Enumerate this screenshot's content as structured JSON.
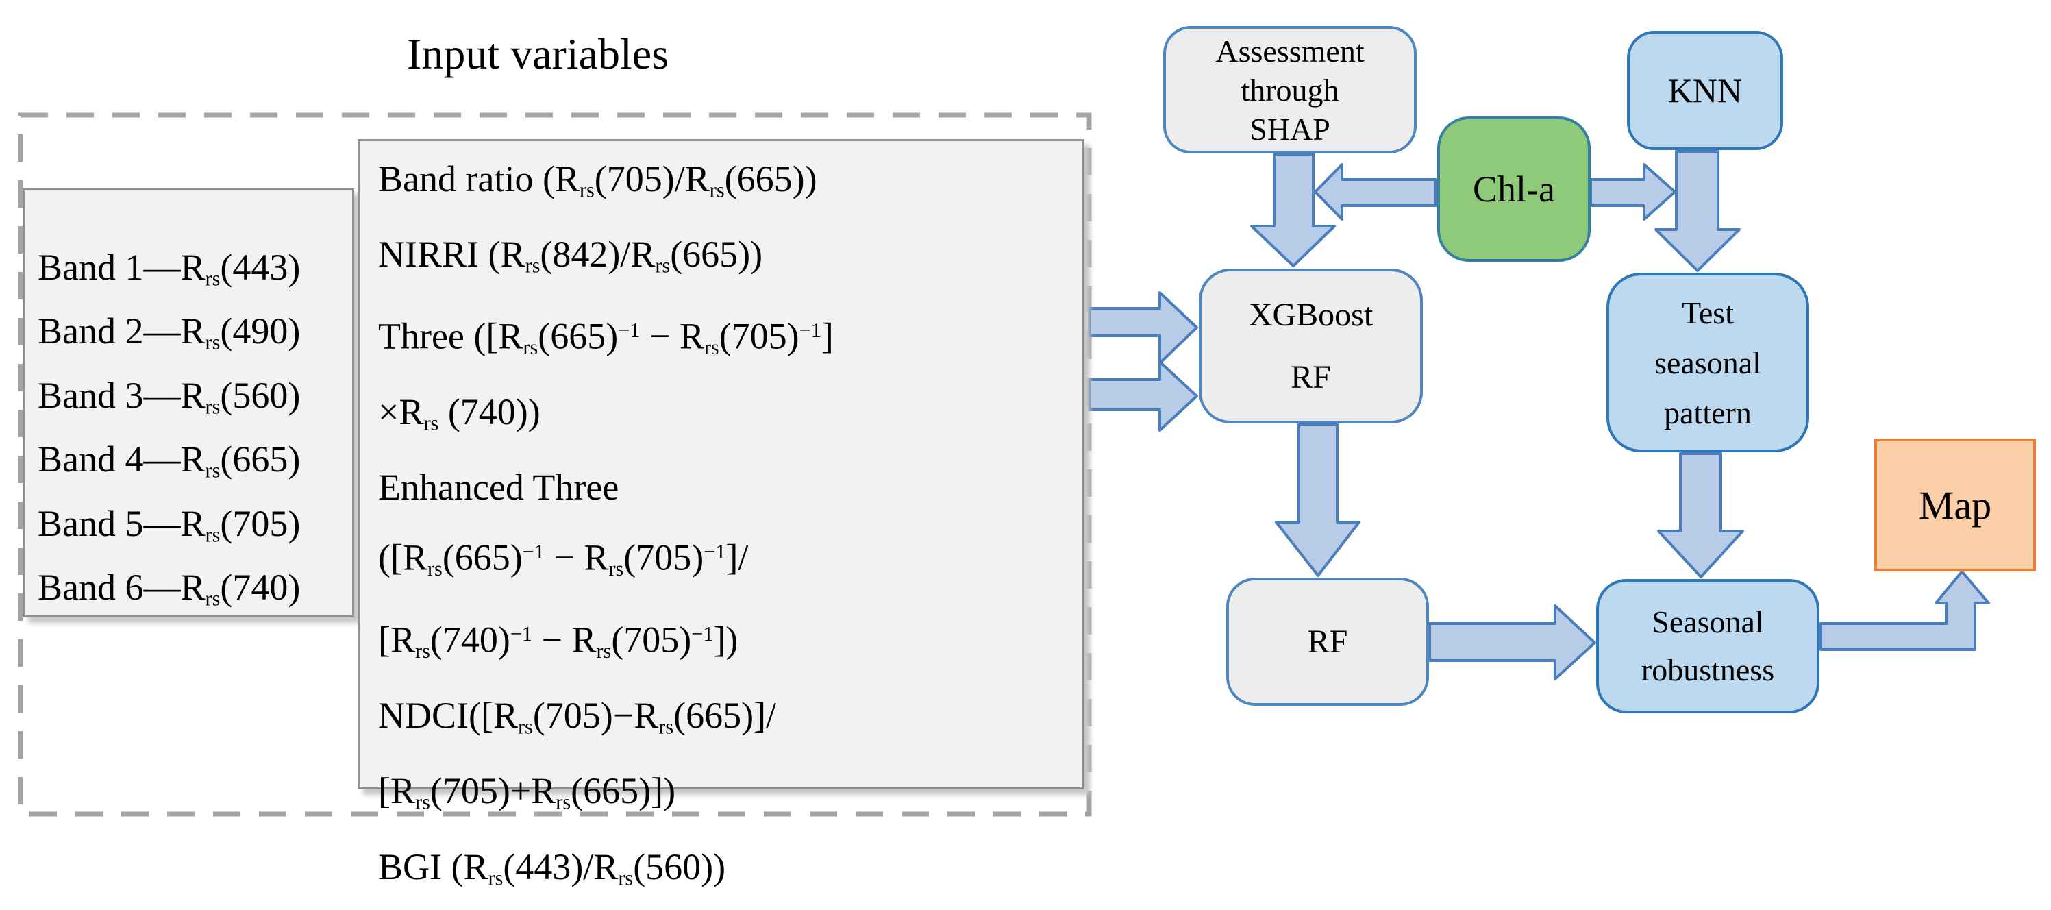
{
  "title": "Input variables",
  "input_panel": {
    "bands": [
      "Band 1—R_{rs}(443)",
      "Band 2—R_{rs}(490)",
      "Band 3—R_{rs}(560)",
      "Band 4—R_{rs}(665)",
      "Band 5—R_{rs}(705)",
      "Band 6—R_{rs}(740)"
    ],
    "formulas": [
      "Band ratio (R_{rs}(705)/R_{rs}(665))",
      "NIRRI (R_{rs}(842)/R_{rs}(665))",
      "Three ([R_{rs}(665)^{−1} − R_{rs}(705)^{−1}]",
      "×R_{rs} (740))",
      "Enhanced Three",
      "([R_{rs}(665)^{−1} − R_{rs}(705)^{−1}]/",
      "[R_{rs}(740)^{−1} − R_{rs}(705)^{−1}])",
      "NDCI([R_{rs}(705)−R_{rs}(665)]/",
      "[R_{rs}(705)+R_{rs}(665)])",
      "BGI (R_{rs}(443)/R_{rs}(560))"
    ]
  },
  "flowchart": {
    "assessment": [
      "Assessment",
      "through",
      "SHAP"
    ],
    "knn": "KNN",
    "chla": "Chl-a",
    "xgboost": [
      "XGBoost",
      "RF"
    ],
    "test": [
      "Test",
      "seasonal",
      "pattern"
    ],
    "rf": "RF",
    "seasonal": [
      "Seasonal",
      "robustness"
    ],
    "map": "Map"
  },
  "colors": {
    "arrow_fill": "#b9cce7",
    "arrow_stroke": "#4a7ebb",
    "blue_box_fill": "#bdd9ef",
    "blue_box_border": "#2e76b6",
    "gray_box_fill": "#ededed",
    "gray_box_border": "#4e86c0",
    "green_box_fill": "#8fc97a",
    "green_box_border": "#35809f",
    "orange_box_fill": "#fbcfa8",
    "orange_box_border": "#e97e35",
    "dashed_border": "#a3a3a3"
  }
}
